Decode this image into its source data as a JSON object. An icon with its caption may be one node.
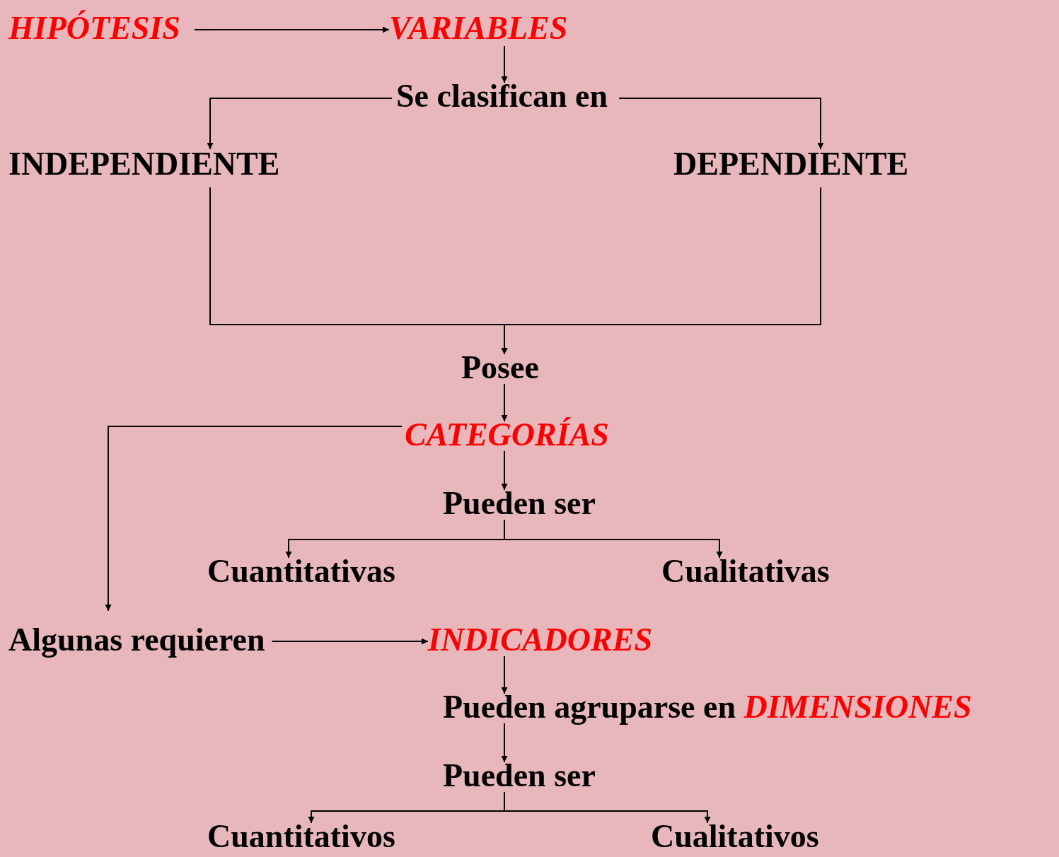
{
  "diagram": {
    "nodes": [
      {
        "text": [
          "HIPÓTESIS"
        ]
      },
      {
        "text": [
          "VARIABLES"
        ]
      },
      {
        "text": [
          "Se clasifican en"
        ]
      },
      {
        "text": [
          "INDEPENDIENTE"
        ]
      },
      {
        "text": [
          "DEPENDIENTE"
        ]
      },
      {
        "text": [
          "Posee"
        ]
      },
      {
        "text": [
          "CATEGORÍAS"
        ]
      },
      {
        "text": [
          "Pueden ser"
        ]
      },
      {
        "text": [
          "Cuantitativas"
        ]
      },
      {
        "text": [
          "Cualitativas"
        ]
      },
      {
        "text": [
          "Algunas requieren"
        ]
      },
      {
        "text": [
          "INDICADORES"
        ]
      },
      {
        "text": [
          "Pueden agruparse en *DIMENSIONES*"
        ]
      },
      {
        "text": [
          "Pueden ser"
        ]
      },
      {
        "text": [
          "Cuantitativos"
        ]
      },
      {
        "text": [
          "Cualitativos"
        ]
      }
    ],
    "edges": [
      {
        "from": 0,
        "to": 1,
        "arrow": "to"
      },
      {
        "from": 1,
        "to": 2,
        "arrow": "to"
      },
      {
        "from": 2,
        "to": 3,
        "arrow": "to"
      },
      {
        "from": 2,
        "to": 4,
        "arrow": "to"
      },
      {
        "from": 3,
        "to": 5,
        "arrow": "to"
      },
      {
        "from": 4,
        "to": 5,
        "arrow": "to"
      },
      {
        "from": 5,
        "to": 6,
        "arrow": "to"
      },
      {
        "from": 6,
        "to": 10,
        "arrow": "to"
      },
      {
        "from": 6,
        "to": 7,
        "arrow": "to"
      },
      {
        "from": 7,
        "to": 8,
        "arrow": "to"
      },
      {
        "from": 7,
        "to": 9,
        "arrow": "to"
      },
      {
        "from": 10,
        "to": 11,
        "arrow": "to"
      },
      {
        "from": 11,
        "to": 12,
        "arrow": "to"
      },
      {
        "from": 12,
        "to": 13,
        "arrow": "to"
      },
      {
        "from": 13,
        "to": 14,
        "arrow": "to"
      },
      {
        "from": 13,
        "to": 15,
        "arrow": "to"
      }
    ]
  }
}
